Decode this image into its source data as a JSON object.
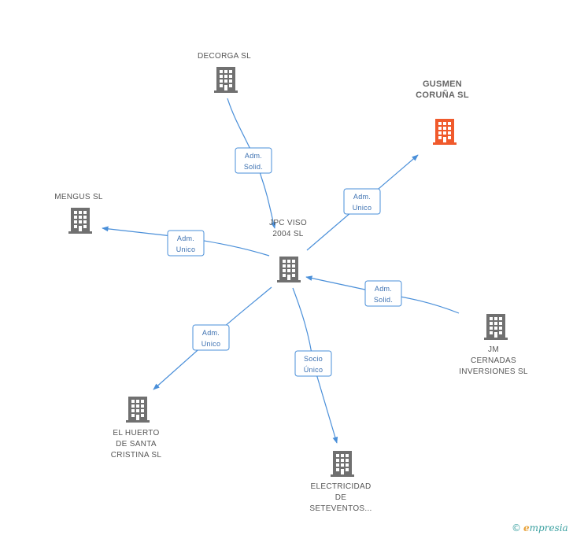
{
  "colors": {
    "company": "#707070",
    "focus": "#f05a2c",
    "edge": "#4a8fd9"
  },
  "nodes": [
    {
      "id": "decorga",
      "lines": [
        "DECORGA SL"
      ],
      "icon": "building-icon",
      "focus": false
    },
    {
      "id": "gusmen",
      "lines": [
        "GUSMEN",
        "CORUÑA SL"
      ],
      "icon": "building-icon",
      "focus": true
    },
    {
      "id": "mengus",
      "lines": [
        "MENGUS SL"
      ],
      "icon": "building-icon",
      "focus": false
    },
    {
      "id": "jpc",
      "lines": [
        "JPC VISO",
        "2004 SL"
      ],
      "icon": "building-icon",
      "focus": false
    },
    {
      "id": "jm",
      "lines": [
        "JM",
        "CERNADAS",
        "INVERSIONES SL"
      ],
      "icon": "building-icon",
      "focus": false
    },
    {
      "id": "huerto",
      "lines": [
        "EL HUERTO",
        "DE SANTA",
        "CRISTINA SL"
      ],
      "icon": "building-icon",
      "focus": false
    },
    {
      "id": "electricidad",
      "lines": [
        "ELECTRICIDAD",
        "DE",
        "SETEVENTOS..."
      ],
      "icon": "building-icon",
      "focus": false
    }
  ],
  "edges": [
    {
      "from": "decorga",
      "to": "jpc",
      "label": [
        "Adm.",
        "Solid."
      ]
    },
    {
      "from": "jpc",
      "to": "gusmen",
      "label": [
        "Adm.",
        "Unico"
      ]
    },
    {
      "from": "jpc",
      "to": "mengus",
      "label": [
        "Adm.",
        "Unico"
      ]
    },
    {
      "from": "jm",
      "to": "jpc",
      "label": [
        "Adm.",
        "Solid."
      ]
    },
    {
      "from": "jpc",
      "to": "huerto",
      "label": [
        "Adm.",
        "Unico"
      ]
    },
    {
      "from": "jpc",
      "to": "electricidad",
      "label": [
        "Socio",
        "Único"
      ]
    }
  ],
  "watermark": {
    "symbol": "©",
    "brand_initial": "e",
    "brand_rest": "mpresia"
  }
}
